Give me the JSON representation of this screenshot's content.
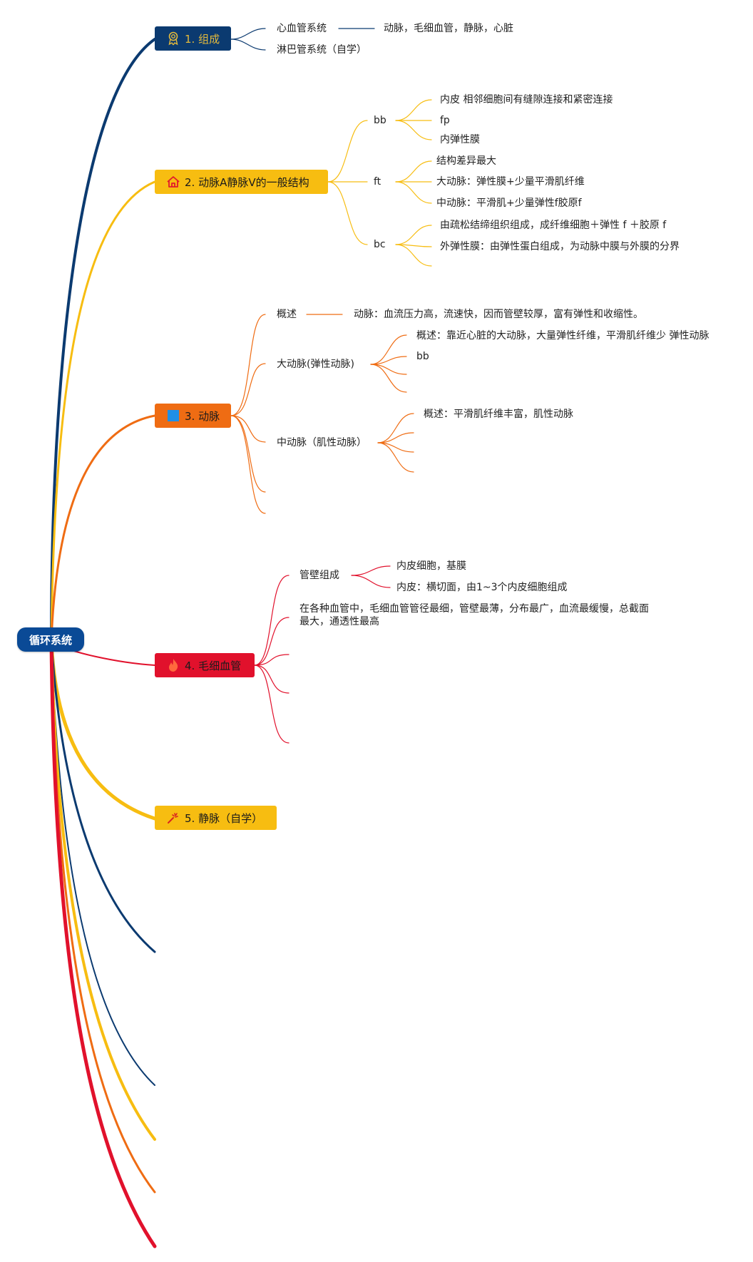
{
  "root": {
    "label": "循环系统"
  },
  "colors": {
    "navy": "#0b3a70",
    "amber": "#f7bd11",
    "orange": "#ef6c13",
    "red": "#e1112c"
  },
  "branches": [
    {
      "label": "1. 组成",
      "icon": "award-icon",
      "children": [
        {
          "label": "心血管系统",
          "detail": "动脉，毛细血管，静脉，心脏"
        },
        {
          "label": "淋巴管系统（自学）"
        }
      ]
    },
    {
      "label": "2. 动脉A静脉V的一般结构",
      "icon": "house-icon",
      "children": [
        {
          "label": "bb",
          "children": [
            "内皮 相邻细胞间有缝隙连接和紧密连接",
            "fp",
            "内弹性膜"
          ]
        },
        {
          "label": "ft",
          "children": [
            "结构差异最大",
            "大动脉：弹性膜+少量平滑肌纤维",
            "中动脉：平滑肌+少量弹性f胶原f"
          ]
        },
        {
          "label": "bc",
          "children": [
            "由疏松结缔组织组成，成纤维细胞＋弹性 f ＋胶原 f",
            "外弹性膜：由弹性蛋白组成，为动脉中膜与外膜的分界"
          ]
        }
      ]
    },
    {
      "label": "3. 动脉",
      "icon": "square-icon",
      "children": [
        {
          "label": "概述",
          "detail": "动脉：血流压力高，流速快，因而管壁较厚，富有弹性和收缩性。"
        },
        {
          "label": "大动脉(弹性动脉)",
          "children": [
            "概述：靠近心脏的大动脉，大量弹性纤维，平滑肌纤维少 弹性动脉",
            "bb"
          ]
        },
        {
          "label": "中动脉（肌性动脉）",
          "children": [
            "概述：平滑肌纤维丰富，肌性动脉"
          ]
        }
      ]
    },
    {
      "label": "4. 毛细血管",
      "icon": "flame-icon",
      "children": [
        {
          "label": "管壁组成",
          "children": [
            "内皮细胞，基膜",
            "内皮：横切面，由1~3个内皮细胞组成"
          ]
        },
        {
          "label": "在各种血管中，毛细血管管径最细，管壁最薄，分布最广，血流最缓慢，总截面最大，通透性最高"
        }
      ]
    },
    {
      "label": "5. 静脉（自学）",
      "icon": "spark-icon"
    }
  ]
}
